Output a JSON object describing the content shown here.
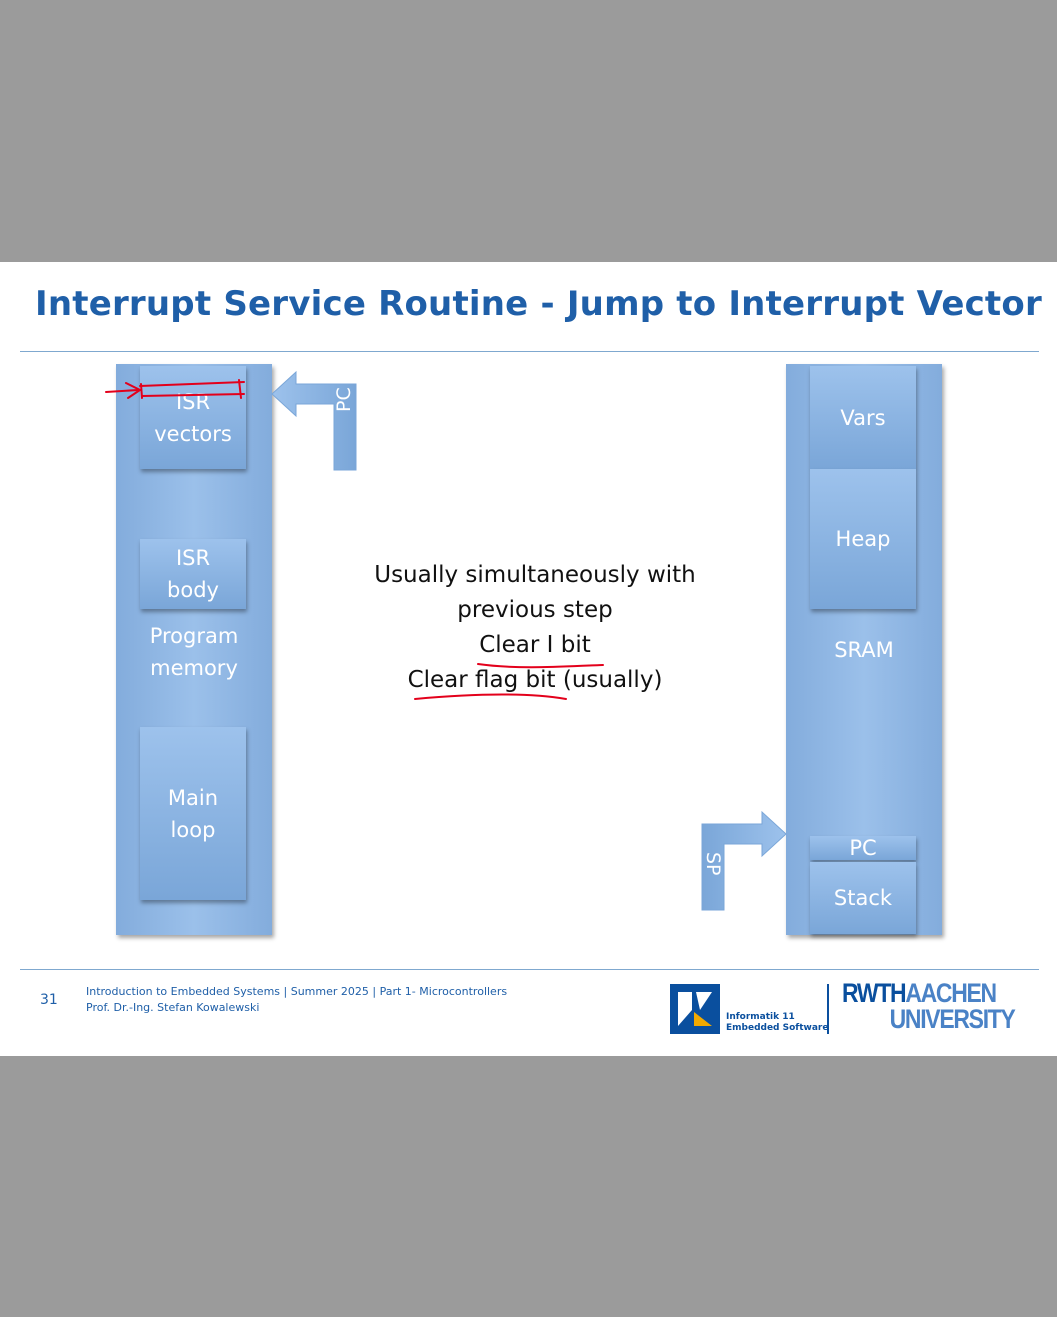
{
  "slide": {
    "title": "Interrupt Service Routine - Jump to Interrupt Vector",
    "footer": {
      "page_number": "31",
      "line1": "Introduction to Embedded Systems | Summer 2025 | Part 1- Microcontrollers",
      "line2": "Prof. Dr.-Ing. Stefan Kowalewski"
    }
  },
  "program_memory": {
    "label": "Program\nmemory",
    "isr_vectors": "ISR\nvectors",
    "isr_body": "ISR\nbody",
    "main_loop": "Main\nloop",
    "pc_arrow": "PC"
  },
  "sram": {
    "label": "SRAM",
    "vars": "Vars",
    "heap": "Heap",
    "pc": "PC",
    "stack": "Stack",
    "sp_arrow": "SP"
  },
  "center": {
    "line1": "Usually simultaneously with",
    "line2": "previous step",
    "line3": "Clear I bit",
    "line4_a": "Clear flag bit",
    "line4_b": " (usually)"
  },
  "logos": {
    "informatik_line1": "Informatik 11",
    "informatik_line2": "Embedded Software",
    "rwth": "RWTH",
    "aachen": "AACHEN",
    "university": "UNIVERSITY"
  },
  "colors": {
    "title_blue": "#1f5fa8",
    "box_blue": "#8db4e2",
    "annotation_red": "#e3001b"
  }
}
